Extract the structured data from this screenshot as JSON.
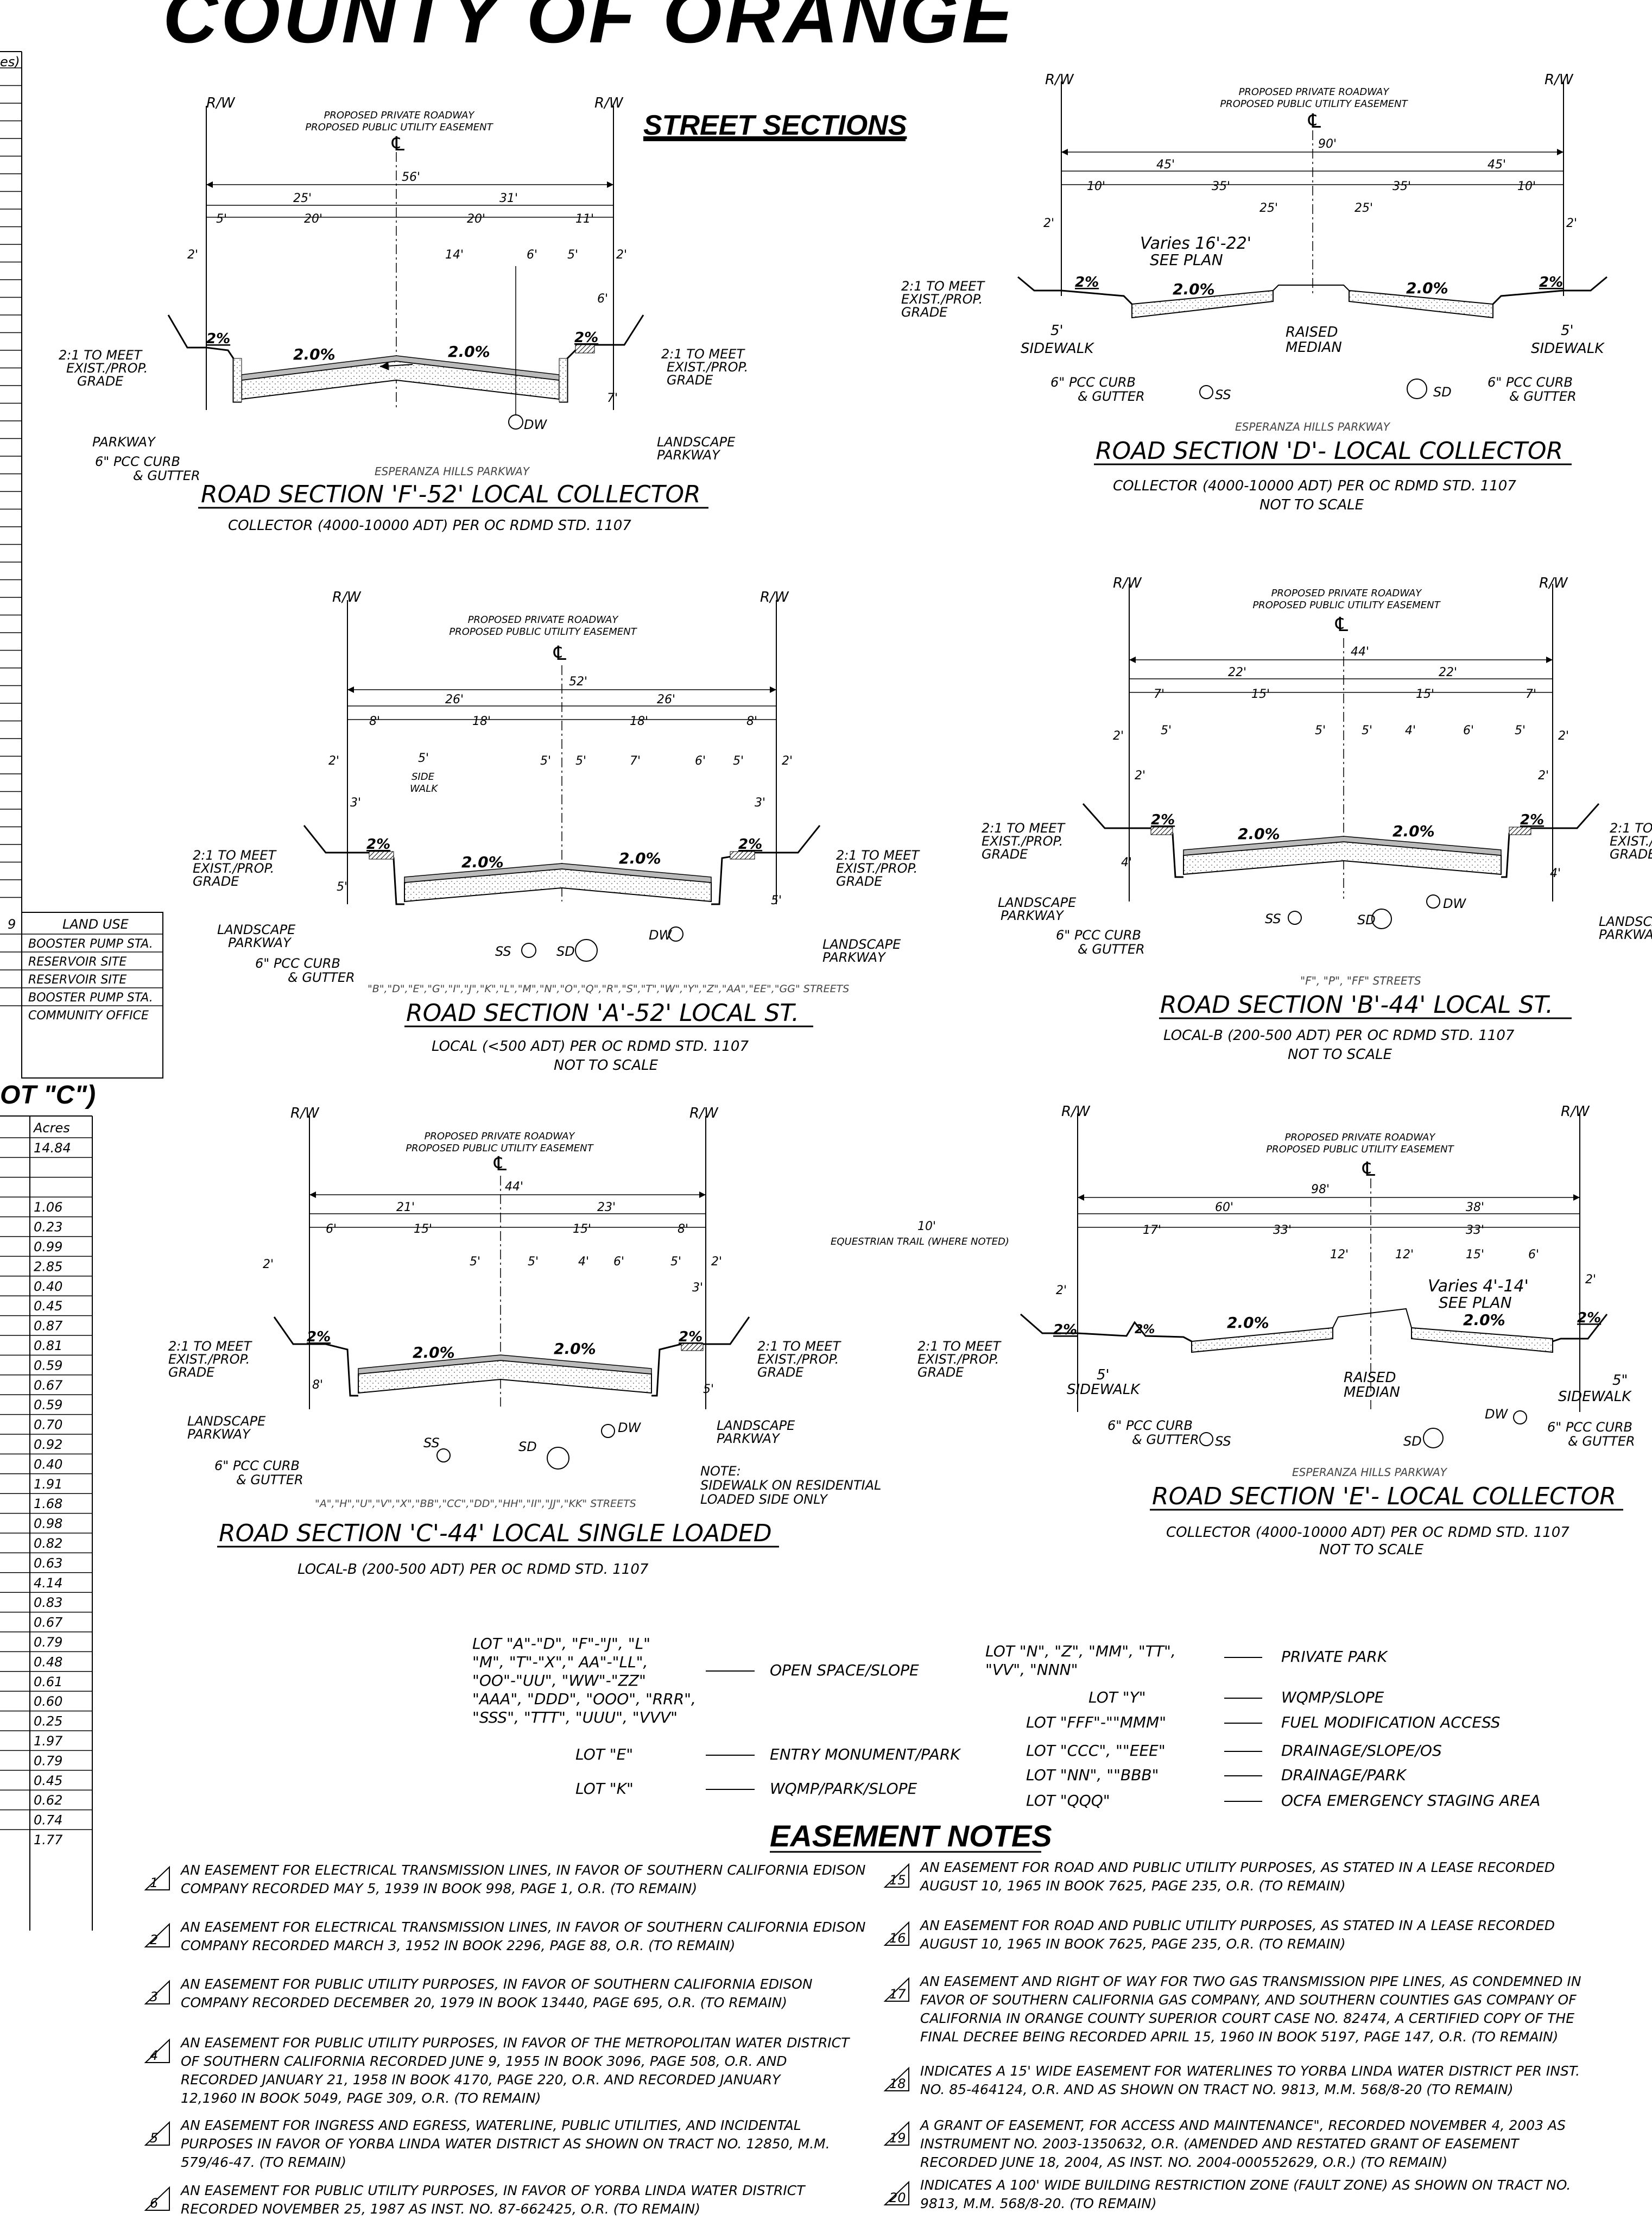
{
  "header": {
    "title": "COUNTY OF ORANGE",
    "sections_title": "STREET SECTIONS"
  },
  "common": {
    "rw": "R/W",
    "prop_roadway": "PROPOSED PRIVATE ROADWAY",
    "prop_pue": "PROPOSED PUBLIC UTILITY EASEMENT",
    "cl": "℄",
    "slope_2to1": "2:1 TO MEET",
    "exist_prop": "EXIST./PROP.",
    "grade": "GRADE",
    "landscape": "LANDSCAPE",
    "parkway": "PARKWAY",
    "curb": "6\" PCC CURB",
    "gutter": "& GUTTER",
    "sidewalk": "SIDEWALK",
    "raised": "RAISED",
    "median": "MEDIAN",
    "ss": "SS",
    "sd": "SD",
    "dw": "DW",
    "pct2": "2%",
    "pct20": "2.0%",
    "not_to_scale": "NOT TO SCALE",
    "varies_16_22": "Varies 16'-22'",
    "varies_4_14": "Varies 4'-14'",
    "see_plan": "SEE PLAN",
    "equestrian": "EQUESTRIAN TRAIL (WHERE NOTED)",
    "side_walk_a": "SIDE",
    "side_walk_b": "WALK",
    "note_label": "NOTE:",
    "note_line1": "SIDEWALK ON RESIDENTIAL",
    "note_line2": "LOADED SIDE ONLY"
  },
  "sections": {
    "f": {
      "street": "ESPERANZA HILLS PARKWAY",
      "title": "ROAD SECTION 'F'-52' LOCAL COLLECTOR",
      "sub": "COLLECTOR (4000-10000 ADT) PER OC RDMD STD. 1107",
      "dims": [
        "56'",
        "25'",
        "31'",
        "5'",
        "20'",
        "20'",
        "11'",
        "14'",
        "6'",
        "5'",
        "2'",
        "6'",
        "7'",
        "2'"
      ]
    },
    "d": {
      "street": "ESPERANZA HILLS PARKWAY",
      "title": "ROAD SECTION 'D'- LOCAL COLLECTOR",
      "sub": "COLLECTOR (4000-10000 ADT) PER OC RDMD STD. 1107",
      "dims": [
        "90'",
        "45'",
        "45'",
        "10'",
        "35'",
        "35'",
        "10'",
        "25'",
        "25'",
        "2'",
        "2'",
        "5'",
        "5'"
      ]
    },
    "a": {
      "street": "\"B\",\"D\",\"E\",\"G\",\"I\",\"J\",\"K\",\"L\",\"M\",\"N\",\"O\",\"Q\",\"R\",\"S\",\"T\",\"W\",\"Y\",\"Z\",\"AA\",\"EE\",\"GG\" STREETS",
      "title": "ROAD SECTION 'A'-52' LOCAL ST.",
      "sub": "LOCAL (<500 ADT) PER OC RDMD STD. 1107",
      "dims": [
        "52'",
        "26'",
        "26'",
        "8'",
        "18'",
        "18'",
        "8'",
        "2'",
        "5'",
        "3'",
        "5'",
        "5'",
        "7'",
        "6'",
        "5'",
        "2'",
        "3'",
        "5'"
      ]
    },
    "b": {
      "street": "\"F\", \"P\", \"FF\" STREETS",
      "title": "ROAD SECTION 'B'-44' LOCAL ST.",
      "sub": "LOCAL-B (200-500 ADT) PER OC RDMD STD. 1107",
      "dims": [
        "44'",
        "22'",
        "22'",
        "7'",
        "15'",
        "15'",
        "7'",
        "2'",
        "5'",
        "2'",
        "5'",
        "5'",
        "4'",
        "6'",
        "5'",
        "2'",
        "2'",
        "4'",
        "4'"
      ]
    },
    "c": {
      "street": "\"A\",\"H\",\"U\",\"V\",\"X\",\"BB\",\"CC\",\"DD\",\"HH\",\"II\",\"JJ\",\"KK\" STREETS",
      "title": "ROAD SECTION 'C'-44' LOCAL SINGLE LOADED",
      "sub": "LOCAL-B (200-500 ADT) PER OC RDMD STD. 1107",
      "dims": [
        "44'",
        "21'",
        "23'",
        "6'",
        "15'",
        "15'",
        "8'",
        "2'",
        "5'",
        "5'",
        "4'",
        "6'",
        "5'",
        "2'",
        "3'",
        "8'",
        "5'"
      ]
    },
    "e": {
      "street": "ESPERANZA HILLS PARKWAY",
      "title": "ROAD SECTION 'E'- LOCAL COLLECTOR",
      "sub": "COLLECTOR (4000-10000 ADT) PER OC RDMD STD. 1107",
      "dims": [
        "98'",
        "60'",
        "38'",
        "10'",
        "17'",
        "33'",
        "33'",
        "12'",
        "12'",
        "15'",
        "6'",
        "2'",
        "2'",
        "5'",
        "5\""
      ]
    }
  },
  "left_table_top": {
    "header": "LAND USE",
    "num_header": "9",
    "rows": [
      "BOOSTER PUMP STA.",
      "RESERVOIR SITE",
      "RESERVOIR SITE",
      "BOOSTER PUMP STA.",
      "COMMUNITY OFFICE"
    ]
  },
  "left_table_bottom": {
    "title": "OT \"C\")",
    "col": "Acres",
    "values": [
      "14.84",
      "",
      "",
      "1.06",
      "0.23",
      "0.99",
      "2.85",
      "0.40",
      "0.45",
      "0.87",
      "0.81",
      "0.59",
      "0.67",
      "0.59",
      "0.70",
      "0.92",
      "0.40",
      "1.91",
      "1.68",
      "0.98",
      "0.82",
      "0.63",
      "4.14",
      "0.83",
      "0.67",
      "0.79",
      "0.48",
      "0.61",
      "0.60",
      "0.25",
      "1.97",
      "0.79",
      "0.45",
      "0.62",
      "0.74",
      "1.77"
    ]
  },
  "lot_legend": {
    "left": [
      {
        "lots": "LOT \"A\"-\"D\", \"F\"-\"J\", \"L\"\n\"M\", \"T\"-\"X\",\" AA\"-\"LL\",\n\"OO\"-\"UU\", \"WW\"-\"ZZ\"\n\"AAA\", \"DDD\", \"OOO\", \"RRR\",\n\"SSS\", \"TTT\", \"UUU\", \"VVV\"",
        "use": "OPEN SPACE/SLOPE"
      },
      {
        "lots": "LOT \"E\"",
        "use": "ENTRY MONUMENT/PARK"
      },
      {
        "lots": "LOT \"K\"",
        "use": "WQMP/PARK/SLOPE"
      }
    ],
    "right": [
      {
        "lots": "LOT \"N\", \"Z\", \"MM\", \"TT\",\n\"VV\", \"NNN\"",
        "use": "PRIVATE PARK"
      },
      {
        "lots": "LOT \"Y\"",
        "use": "WQMP/SLOPE"
      },
      {
        "lots": "LOT \"FFF\"-\"\"MMM\"",
        "use": "FUEL MODIFICATION ACCESS"
      },
      {
        "lots": "LOT \"CCC\", \"\"EEE\"",
        "use": "DRAINAGE/SLOPE/OS"
      },
      {
        "lots": "LOT \"NN\", \"\"BBB\"",
        "use": "DRAINAGE/PARK"
      },
      {
        "lots": "LOT \"QQQ\"",
        "use": "OCFA EMERGENCY STAGING AREA"
      }
    ]
  },
  "easement_notes": {
    "title": "EASEMENT NOTES",
    "left": [
      {
        "num": "1",
        "text": "AN EASEMENT FOR ELECTRICAL TRANSMISSION LINES, IN FAVOR OF SOUTHERN CALIFORNIA EDISON\nCOMPANY RECORDED MAY 5, 1939 IN BOOK 998, PAGE 1, O.R. (TO REMAIN)"
      },
      {
        "num": "2",
        "text": "AN EASEMENT FOR ELECTRICAL TRANSMISSION LINES, IN FAVOR OF SOUTHERN CALIFORNIA EDISON\nCOMPANY RECORDED MARCH 3, 1952 IN BOOK 2296, PAGE 88, O.R. (TO REMAIN)"
      },
      {
        "num": "3",
        "text": "AN EASEMENT FOR PUBLIC UTILITY PURPOSES, IN FAVOR OF SOUTHERN CALIFORNIA EDISON\nCOMPANY RECORDED DECEMBER 20, 1979 IN BOOK 13440, PAGE 695, O.R. (TO REMAIN)"
      },
      {
        "num": "4",
        "text": "AN EASEMENT FOR PUBLIC UTILITY PURPOSES, IN FAVOR OF THE METROPOLITAN WATER DISTRICT\nOF SOUTHERN CALIFORNIA RECORDED JUNE 9, 1955 IN BOOK 3096, PAGE 508, O.R. AND\nRECORDED JANUARY 21, 1958 IN BOOK 4170, PAGE 220, O.R. AND RECORDED JANUARY\n12,1960 IN BOOK 5049, PAGE 309, O.R. (TO REMAIN)"
      },
      {
        "num": "5",
        "text": "AN EASEMENT FOR INGRESS AND EGRESS, WATERLINE, PUBLIC UTILITIES, AND INCIDENTAL\nPURPOSES IN FAVOR OF YORBA LINDA WATER DISTRICT AS SHOWN ON TRACT NO. 12850, M.M.\n579/46-47. (TO REMAIN)"
      },
      {
        "num": "6",
        "text": "AN EASEMENT FOR PUBLIC UTILITY PURPOSES, IN FAVOR OF YORBA LINDA WATER DISTRICT\nRECORDED NOVEMBER 25, 1987 AS INST. NO. 87-662425, O.R. (TO REMAIN)"
      }
    ],
    "right": [
      {
        "num": "15",
        "text": "AN EASEMENT FOR ROAD AND PUBLIC UTILITY PURPOSES, AS STATED IN A LEASE RECORDED\nAUGUST 10, 1965 IN BOOK 7625, PAGE 235, O.R. (TO REMAIN)"
      },
      {
        "num": "16",
        "text": "AN EASEMENT FOR ROAD AND PUBLIC UTILITY PURPOSES, AS STATED IN A LEASE RECORDED\nAUGUST 10, 1965 IN BOOK 7625, PAGE 235, O.R. (TO REMAIN)"
      },
      {
        "num": "17",
        "text": "AN EASEMENT AND RIGHT OF WAY FOR TWO GAS TRANSMISSION PIPE LINES, AS CONDEMNED IN\nFAVOR OF SOUTHERN CALIFORNIA GAS COMPANY, AND SOUTHERN COUNTIES GAS COMPANY OF\nCALIFORNIA IN ORANGE COUNTY SUPERIOR COURT CASE NO. 82474, A CERTIFIED COPY OF THE\nFINAL DECREE BEING RECORDED APRIL 15, 1960 IN BOOK 5197, PAGE 147, O.R. (TO REMAIN)"
      },
      {
        "num": "18",
        "text": "INDICATES A 15' WIDE EASEMENT FOR WATERLINES TO YORBA LINDA WATER DISTRICT PER INST.\nNO. 85-464124, O.R. AND AS SHOWN ON TRACT NO. 9813, M.M. 568/8-20 (TO REMAIN)"
      },
      {
        "num": "19",
        "text": "A GRANT OF EASEMENT, FOR ACCESS AND MAINTENANCE\", RECORDED NOVEMBER 4, 2003 AS\nINSTRUMENT NO. 2003-1350632, O.R. (AMENDED AND RESTATED GRANT OF EASEMENT\nRECORDED JUNE 18, 2004, AS INST. NO. 2004-000552629, O.R.) (TO REMAIN)"
      },
      {
        "num": "20",
        "text": "INDICATES A 100' WIDE BUILDING RESTRICTION ZONE (FAULT ZONE) AS SHOWN ON TRACT NO.\n9813, M.M. 568/8-20. (TO REMAIN)"
      }
    ]
  }
}
